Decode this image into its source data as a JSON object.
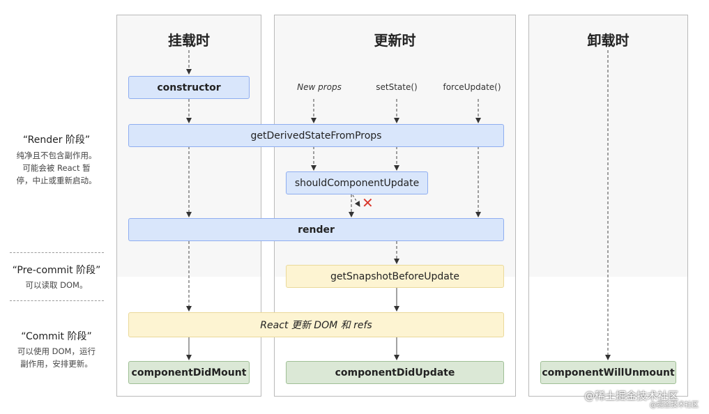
{
  "columns": {
    "mount": {
      "title": "挂载时"
    },
    "update": {
      "title": "更新时"
    },
    "unmount": {
      "title": "卸载时"
    }
  },
  "phases": {
    "render": {
      "title": "“Render 阶段”",
      "desc": [
        "纯净且不包含副作用。",
        "可能会被 React 暂",
        "停，中止或重新启动。"
      ]
    },
    "precommit": {
      "title": "“Pre-commit 阶段”",
      "desc": [
        "可以读取 DOM。"
      ]
    },
    "commit": {
      "title": "“Commit 阶段”",
      "desc": [
        "可以使用 DOM，运行",
        "副作用，安排更新。"
      ]
    }
  },
  "triggers": {
    "new_props": "New props",
    "set_state": "setState()",
    "force_update": "forceUpdate()"
  },
  "nodes": {
    "constructor": "constructor",
    "get_derived": "getDerivedStateFromProps",
    "should_update": "shouldComponentUpdate",
    "render": "render",
    "snapshot": "getSnapshotBeforeUpdate",
    "react_update": "React 更新 DOM 和 refs",
    "did_mount": "componentDidMount",
    "did_update": "componentDidUpdate",
    "will_unmount": "componentWillUnmount"
  },
  "reject_mark": "✕",
  "watermark": {
    "line1": "@稀土掘金技术社区",
    "line2": "@掘金技术社区"
  },
  "colors": {
    "render_phase": "#d9e6fb",
    "precommit_phase": "#fdf4d2",
    "commit_phase": "#dbe8d6",
    "reject": "#d9382c"
  }
}
